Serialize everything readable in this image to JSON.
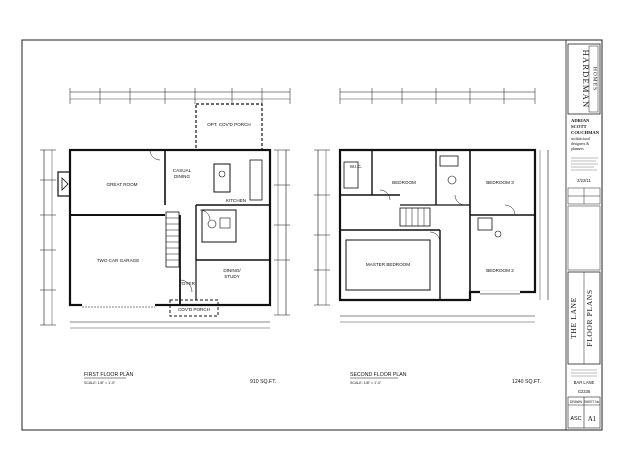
{
  "title_block": {
    "company": "HARDEMAN",
    "company_sub": "HOMES",
    "designer": [
      "ADRIAN",
      "SCOTT",
      "COUCHMAN"
    ],
    "designer_sub": [
      "architectural",
      "designers &",
      "planners"
    ],
    "date": "2/22/11",
    "plan_name": "THE LANE",
    "sheet_title": "FLOOR PLANS",
    "plan_code": "BAR LANE",
    "plan_number": "G2336",
    "drawn_label": "DRAWN",
    "sheet_label": "SHEET No.",
    "drawn": "ASC",
    "sheet": "A1"
  },
  "first_floor": {
    "caption": "FIRST FLOOR PLAN",
    "scale": "SCALE: 1/8\" = 1'-0\"",
    "area": "910 SQ.FT.",
    "rooms": {
      "porch": "OPT. COV'D PORCH",
      "great_room": "GREAT ROOM",
      "casual_dining": [
        "CASUAL",
        "DINING"
      ],
      "kitchen": "KITCHEN",
      "garage": "TWO CAR GARAGE",
      "dining": [
        "DINING/",
        "STUDY"
      ],
      "foyer": "FOYER",
      "front_porch": "COV'D PORCH"
    }
  },
  "second_floor": {
    "caption": "SECOND FLOOR PLAN",
    "scale": "SCALE: 1/8\" = 1'-0\"",
    "area": "1240 SQ.FT.",
    "rooms": {
      "wic": "W.I.C.",
      "bed1": "BEDROOM",
      "bed3": "BEDROOM 3",
      "master": "MASTER BEDROOM",
      "bed2": "BEDROOM 2"
    }
  }
}
